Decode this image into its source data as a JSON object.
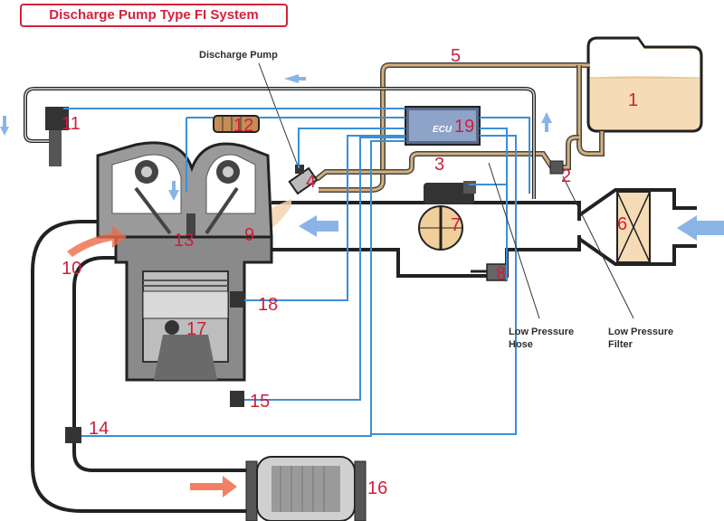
{
  "title": "Discharge Pump Type FI System",
  "labels": {
    "discharge_pump": "Discharge Pump",
    "low_pressure_hose": "Low Pressure Hose",
    "low_pressure_filter": "Low Pressure Filter",
    "ecu": "ECU"
  },
  "numbers": {
    "n1": "1",
    "n2": "2",
    "n3": "3",
    "n4": "4",
    "n5": "5",
    "n6": "6",
    "n7": "7",
    "n8": "8",
    "n9": "9",
    "n10": "10",
    "n11": "11",
    "n12": "12",
    "n13": "13",
    "n14": "14",
    "n15": "15",
    "n16": "16",
    "n17": "17",
    "n18": "18",
    "n19": "19"
  },
  "colors": {
    "number": "#cc1f3a",
    "signal_wire": "#3b8fd6",
    "fuel_line": "#c8a060",
    "flow_arrow": "#8ab4e6",
    "exhaust_arrow": "#ee6a4a",
    "fuel_tank": "#f6dcb6",
    "engine_body": "#8a8a8a"
  }
}
